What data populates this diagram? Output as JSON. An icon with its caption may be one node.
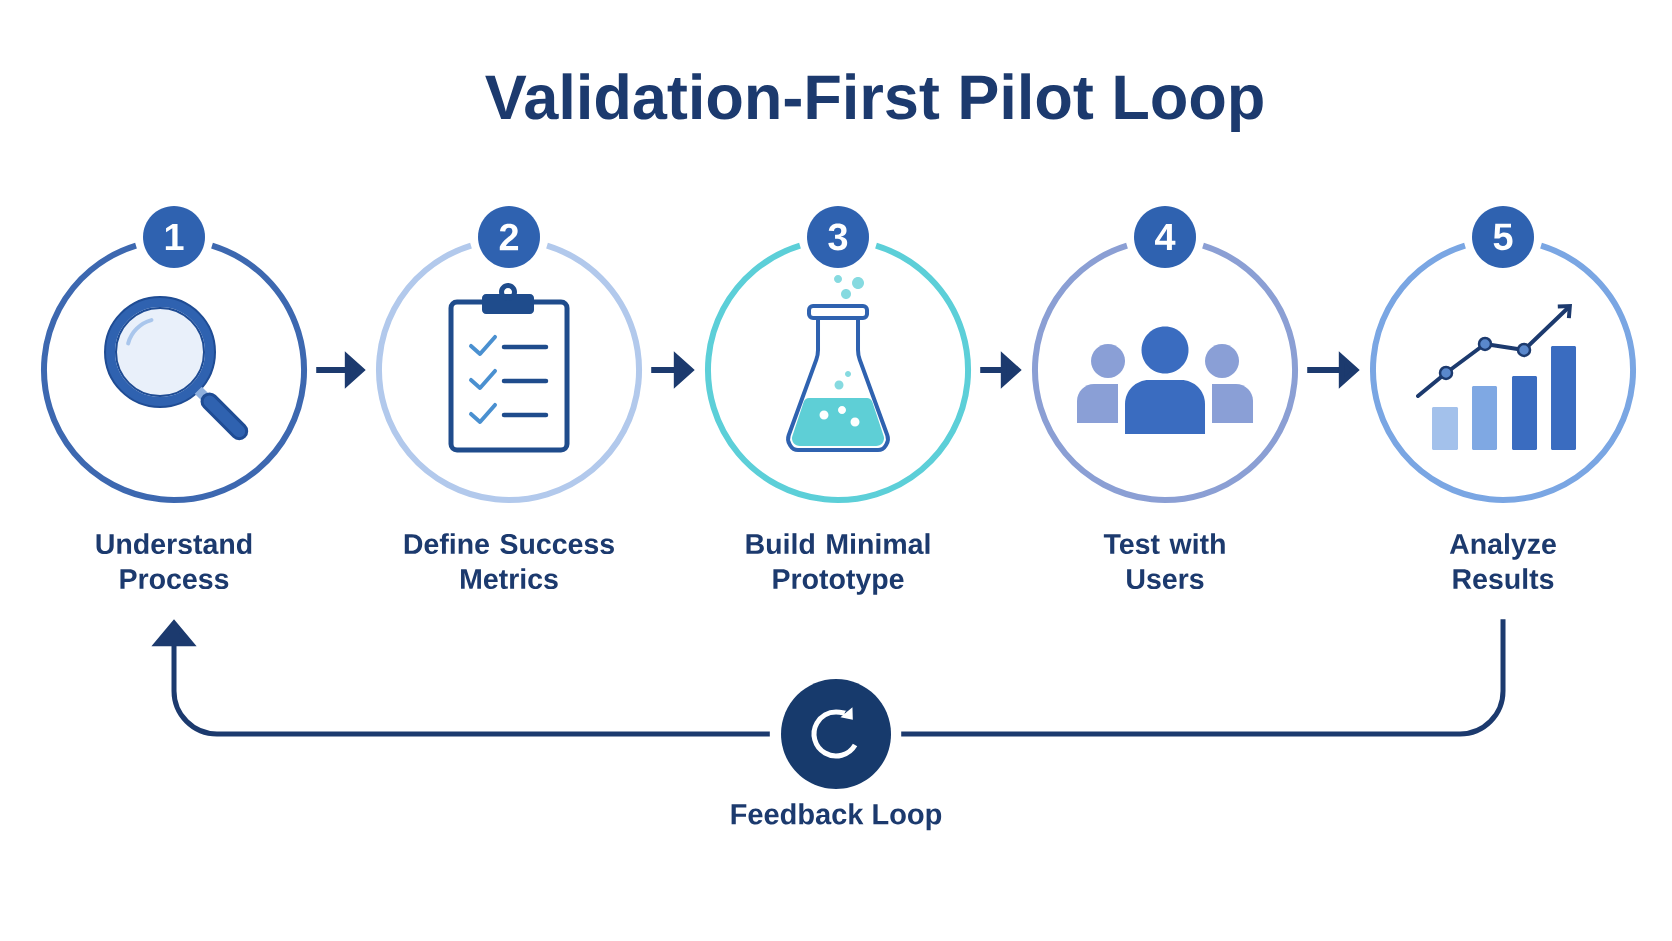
{
  "diagram": {
    "title": "Validation-First Pilot Loop",
    "nodes": [
      {
        "text": [
          "1",
          "Understand Process"
        ]
      },
      {
        "text": [
          "2",
          "Define Success Metrics"
        ]
      },
      {
        "text": [
          "3",
          "Build Minimal Prototype"
        ]
      },
      {
        "text": [
          "4",
          "Test with Users"
        ]
      },
      {
        "text": [
          "5",
          "Analyze Results"
        ]
      },
      {
        "text": [],
        "shape": "circle",
        "beside": [
          "Feedback Loop"
        ]
      }
    ],
    "edges": [
      {
        "from": 0,
        "to": 1,
        "arrow": "to"
      },
      {
        "from": 1,
        "to": 2,
        "arrow": "to"
      },
      {
        "from": 2,
        "to": 3,
        "arrow": "to"
      },
      {
        "from": 3,
        "to": 4,
        "arrow": "to"
      },
      {
        "from": 4,
        "to": 5,
        "arrow": "none"
      },
      {
        "from": 5,
        "to": 0,
        "arrow": "to"
      }
    ]
  }
}
